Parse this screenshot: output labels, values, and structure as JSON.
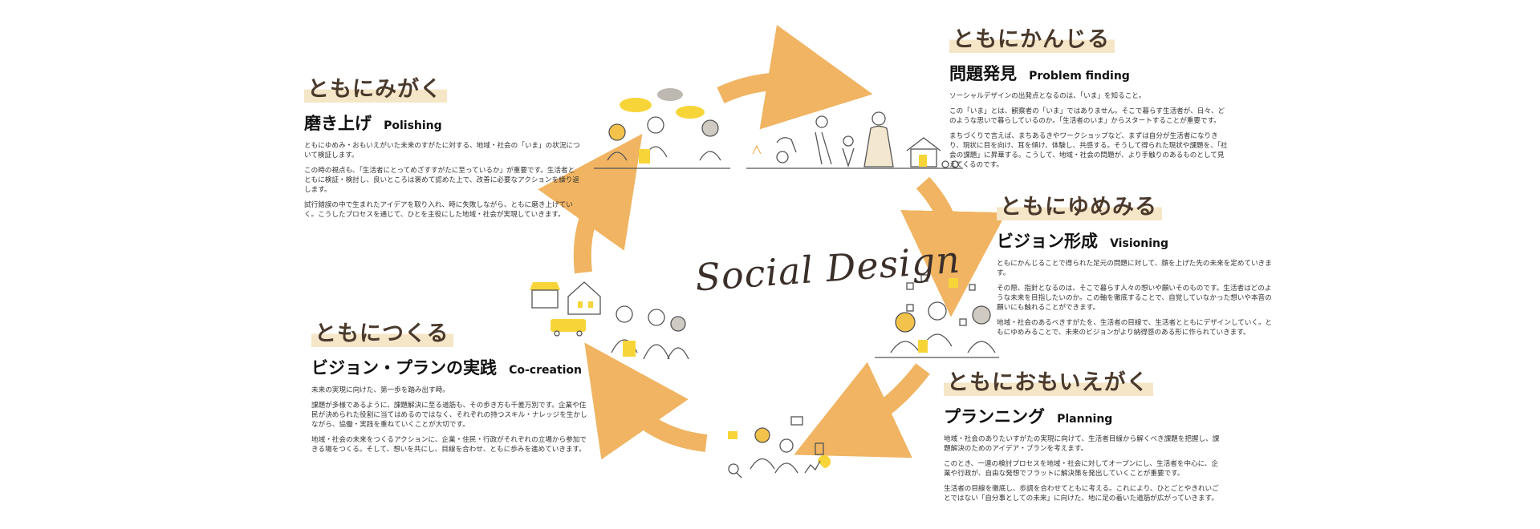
{
  "center_title": "Social Design",
  "colors": {
    "arrow": "#f0b462",
    "accent_yellow": "#f7d538",
    "tag_bg": "#f6e6c8",
    "line_art": "#555555"
  },
  "stages": [
    {
      "id": "kanjiru",
      "tag": "ともにかんじる",
      "title_jp": "問題発見",
      "title_en": "Problem finding",
      "paragraphs": [
        "ソーシャルデザインの出発点となるのは、「いま」を知ること。",
        "この「いま」とは、観察者の「いま」ではありません。そこで暮らす生活者が、日々、どのような思いで暮らしているのか。「生活者のいま」からスタートすることが重要です。",
        "まちづくりで言えば、まちあるきやワークショップなど、まずは自分が生活者になりきり、現状に目を向け、耳を傾け、体験し、共感する。そうして得られた現状や課題を、「社会の課題」に昇華する。こうして、地域・社会の問題が、より手触りのあるものとして見えてくるのです。"
      ]
    },
    {
      "id": "yumemiru",
      "tag": "ともにゆめみる",
      "title_jp": "ビジョン形成",
      "title_en": "Visioning",
      "paragraphs": [
        "ともにかんじることで得られた足元の問題に対して、顔を上げた先の未来を定めていきます。",
        "その際、指針となるのは、そこで暮らす人々の想いや願いそのものです。生活者はどのような未来を目指したいのか。この軸を徹底することで、自覚していなかった想いや本音の願いにも触れることができます。",
        "地域・社会のあるべきすがたを、生活者の目線で、生活者とともにデザインしていく。ともにゆめみることで、未来のビジョンがより納得感のある形に作られていきます。"
      ]
    },
    {
      "id": "omoiegaku",
      "tag": "ともにおもいえがく",
      "title_jp": "プランニング",
      "title_en": "Planning",
      "paragraphs": [
        "地域・社会のありたいすがたの実現に向けて、生活者目線から解くべき課題を把握し、課題解決のためのアイデア・プランを考えます。",
        "このとき、一連の検討プロセスを地域・社会に対してオープンにし、生活者を中心に、企業や行政が、自由な発想でフラットに解決策を発出していくことが重要です。",
        "生活者の目線を徹底し、歩調を合わせてともに考える。これにより、ひとごとやきれいごとではない「自分事としての未来」に向けた、地に足の着いた道筋が広がっていきます。"
      ]
    },
    {
      "id": "tsukuru",
      "tag": "ともにつくる",
      "title_jp": "ビジョン・プランの実践",
      "title_en": "Co-creation",
      "paragraphs": [
        "未来の実現に向けた、第一歩を踏み出す時。",
        "課題が多様であるように、課題解決に至る道筋も、その歩き方も千差万別です。企業や住民が決められた役割に当てはめるのではなく、それぞれの持つスキル・ナレッジを生かしながら、協働・実践を重ねていくことが大切です。",
        "地域・社会の未来をつくるアクションに、企業・住民・行政がそれぞれの立場から参加できる場をつくる。そして、想いを共にし、目線を合わせ、ともに歩みを進めていきます。"
      ]
    },
    {
      "id": "migaku",
      "tag": "ともにみがく",
      "title_jp": "磨き上げ",
      "title_en": "Polishing",
      "paragraphs": [
        "ともにゆめみ・おもいえがいた未来のすがたに対する、地域・社会の「いま」の状況について検証します。",
        "この時の視点も、「生活者にとってめざすすがたに至っているか」が重要です。生活者とともに検証・検討し、良いところは褒めて認めた上で、改善に必要なアクションを繰り返します。",
        "試行錯誤の中で生まれたアイデアを取り入れ、時に失敗しながら、ともに磨き上げていく。こうしたプロセスを通じて、ひとを主役にした地域・社会が実現していきます。"
      ]
    }
  ]
}
